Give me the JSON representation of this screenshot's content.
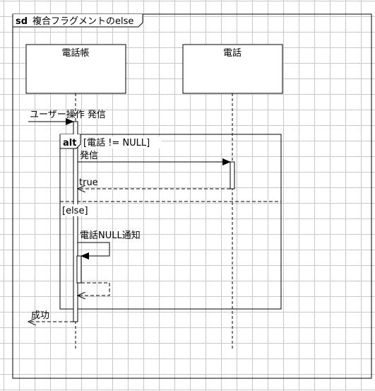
{
  "frame": {
    "keyword": "sd",
    "title": "複合フラグメントのelse"
  },
  "lifelines": [
    {
      "name": "電話帳"
    },
    {
      "name": "電話"
    }
  ],
  "fragment": {
    "operator": "alt",
    "guard1": "[電話 != NULL]",
    "guard2": "[else]"
  },
  "messages": {
    "found": "ユーザー操作 発信",
    "call": "発信",
    "reply_true": "true",
    "self_call": "電話NULL通知",
    "lost": "成功"
  }
}
